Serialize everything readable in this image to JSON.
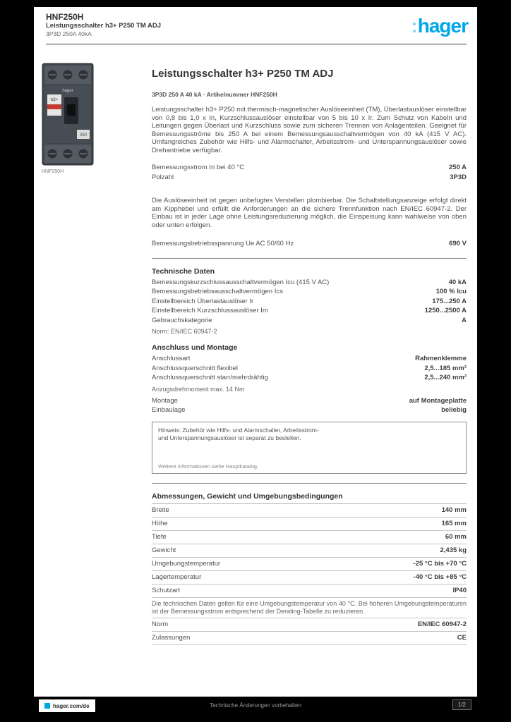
{
  "header": {
    "ref": "HNF250H",
    "line1": "Leistungsschalter h3+ P250 TM ADJ",
    "line2": "3P3D 250A 40kA",
    "logo_colon": ":",
    "logo_text": "hager"
  },
  "product": {
    "brand": "hager",
    "panel_label": "h3+",
    "rating": "250",
    "caption": "HNF250H"
  },
  "main": {
    "heading": "Leistungsschalter h3+ P250 TM ADJ",
    "subheading": "3P3D 250 A 40 kA · Artikelnummer HNF250H",
    "description": "Leistungsschalter h3+ P250 mit thermisch-magnetischer Auslöseeinheit (TM), Überlastauslöser einstellbar von 0,8 bis 1,0 x In, Kurzschlussauslöser einstellbar von 5 bis 10 x Ir. Zum Schutz von Kabeln und Leitungen gegen Überlast und Kurzschluss sowie zum sicheren Trennen von Anlagenteilen. Geeignet für Bemessungsströme bis 250 A bei einem Bemessungsausschaltvermögen von 40 kA (415 V AC). Umfangreiches Zubehör wie Hilfs- und Alarmschalter, Arbeitsstrom- und Unterspannungsauslöser sowie Drehantriebe verfügbar.",
    "rows1": [
      {
        "label": "Bemessungsstrom In bei 40 °C",
        "value": "250 A"
      },
      {
        "label": "Polzahl",
        "value": "3P3D"
      }
    ],
    "description2": "Die Auslöseeinheit ist gegen unbefugtes Verstellen plombierbar. Die Schaltstellungsanzeige erfolgt direkt am Kipphebel und erfüllt die Anforderungen an die sichere Trennfunktion nach EN/IEC 60947-2. Der Einbau ist in jeder Lage ohne Leistungsreduzierung möglich, die Einspeisung kann wahlweise von oben oder unten erfolgen.",
    "row_ue": {
      "label": "Bemessungsbetriebsspannung Ue AC 50/60 Hz",
      "value": "690 V"
    },
    "tech": {
      "title": "Technische Daten",
      "rows": [
        {
          "label": "Bemessungskurzschlussausschaltvermögen Icu (415 V AC)",
          "value": "40 kA"
        },
        {
          "label": "Bemessungsbetriebsausschaltvermögen Ics",
          "value": "100 % Icu"
        },
        {
          "label": "Einstellbereich Überlastauslöser Ir",
          "value": "175...250 A"
        },
        {
          "label": "Einstellbereich Kurzschlussauslöser Im",
          "value": "1250...2500 A"
        },
        {
          "label": "Gebrauchskategorie",
          "value": "A"
        }
      ],
      "note": "Norm: EN/IEC 60947-2"
    },
    "conn": {
      "title": "Anschluss und Montage",
      "rows": [
        {
          "label": "Anschlussart",
          "value": "Rahmenklemme"
        },
        {
          "label": "Anschlussquerschnitt flexibel",
          "value": "2,5...185 mm²"
        },
        {
          "label": "Anschlussquerschnitt starr/mehrdrähtig",
          "value": "2,5...240 mm²"
        }
      ],
      "note": "Anzugsdrehmoment max. 14 Nm",
      "rows2": [
        {
          "label": "Montage",
          "value": "auf Montageplatte"
        },
        {
          "label": "Einbaulage",
          "value": "beliebig"
        }
      ]
    },
    "infobox": {
      "line1": "Hinweis: Zubehör wie Hilfs- und Alarmschalter, Arbeitsstrom-",
      "line2": "und Unterspannungsauslöser ist separat zu bestellen.",
      "foot": "Weitere Informationen siehe Hauptkatalog."
    },
    "dims": {
      "title": "Abmessungen, Gewicht und Umgebungsbedingungen",
      "rows": [
        {
          "label": "Breite",
          "value": "140 mm"
        },
        {
          "label": "Höhe",
          "value": "165 mm"
        },
        {
          "label": "Tiefe",
          "value": "60 mm"
        },
        {
          "label": "Gewicht",
          "value": "2,435 kg"
        },
        {
          "label": "Umgebungstemperatur",
          "value": "-25 °C bis +70 °C"
        },
        {
          "label": "Lagertemperatur",
          "value": "-40 °C bis +85 °C"
        },
        {
          "label": "Schutzart",
          "value": "IP40"
        }
      ],
      "note": "Die technischen Daten gelten für eine Umgebungstemperatur von 40 °C. Bei höheren Umgebungstemperaturen ist der Bemessungsstrom entsprechend der Derating-Tabelle zu reduzieren.",
      "rows2": [
        {
          "label": "Norm",
          "value": "EN/IEC 60947-2"
        },
        {
          "label": "Zulassungen",
          "value": "CE"
        }
      ]
    }
  },
  "footer": {
    "site": "hager.com/de",
    "center": "Technische Änderungen vorbehalten",
    "page": "1/2"
  }
}
